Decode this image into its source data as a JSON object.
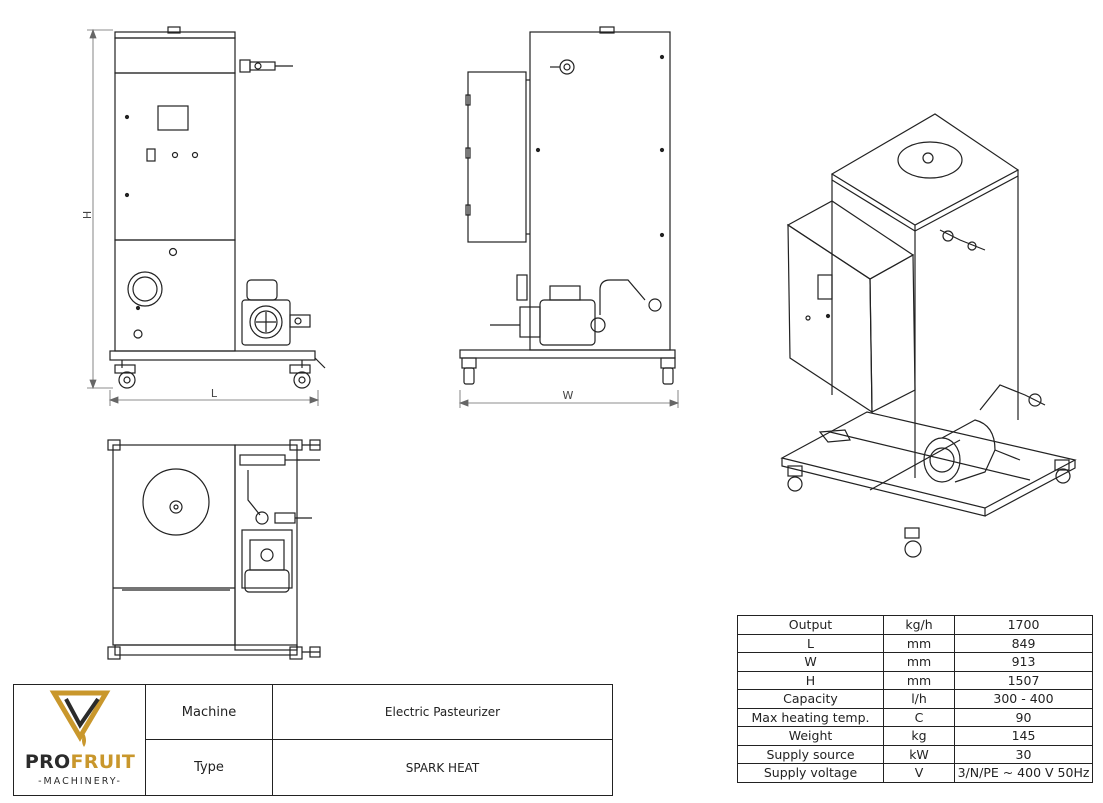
{
  "dimensions": {
    "height_label": "H",
    "length_label": "L",
    "width_label": "W"
  },
  "title_block": {
    "logo": {
      "name_part1": "PRO",
      "name_part2": "FRUIT",
      "subtitle": "-MACHINERY-",
      "accent_color": "#c9972c",
      "dark_color": "#2b2b2b"
    },
    "rows": [
      {
        "key": "Machine",
        "value": "Electric Pasteurizer"
      },
      {
        "key": "Type",
        "value": "SPARK HEAT"
      }
    ]
  },
  "specs": [
    {
      "param": "Output",
      "unit": "kg/h",
      "value": "1700"
    },
    {
      "param": "L",
      "unit": "mm",
      "value": "849"
    },
    {
      "param": "W",
      "unit": "mm",
      "value": "913"
    },
    {
      "param": "H",
      "unit": "mm",
      "value": "1507"
    },
    {
      "param": "Capacity",
      "unit": "l/h",
      "value": "300 - 400"
    },
    {
      "param": "Max heating temp.",
      "unit": "C",
      "value": "90"
    },
    {
      "param": "Weight",
      "unit": "kg",
      "value": "145"
    },
    {
      "param": "Supply source",
      "unit": "kW",
      "value": "30"
    },
    {
      "param": "Supply voltage",
      "unit": "V",
      "value": "3/N/PE ~ 400 V 50Hz"
    }
  ]
}
